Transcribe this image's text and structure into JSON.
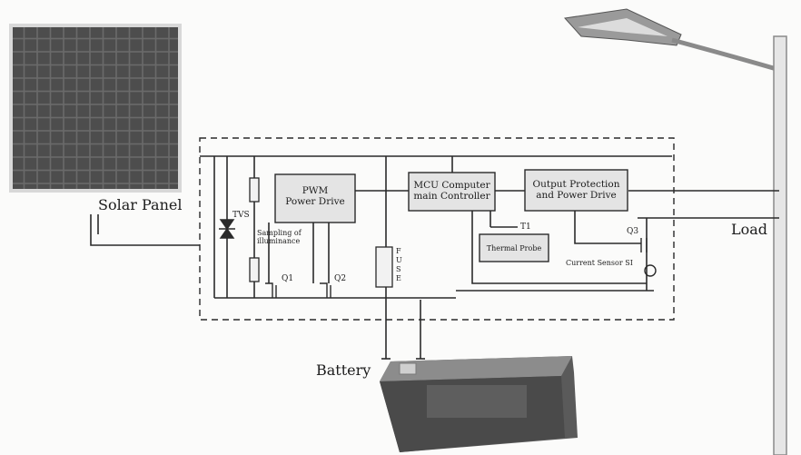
{
  "labels": {
    "solar_panel": "Solar Panel",
    "load": "Load",
    "battery": "Battery",
    "tvs": "TVS",
    "sampling_line1": "Sampling of",
    "sampling_line2": "illuminance",
    "q1": "Q1",
    "q2": "Q2",
    "q3": "Q3",
    "t1": "T1",
    "fuse": "FUSE",
    "current_sensor": "Current Sensor SI"
  },
  "blocks": {
    "pwm_line1": "PWM",
    "pwm_line2": "Power Drive",
    "mcu_line1": "MCU Computer",
    "mcu_line2": "main Controller",
    "output_line1": "Output Protection",
    "output_line2": "and Power Drive",
    "thermal": "Thermal Probe"
  },
  "colors": {
    "line": "#2a2a2a",
    "block_fill": "#e4e4e4",
    "background": "#fbfbfa"
  }
}
